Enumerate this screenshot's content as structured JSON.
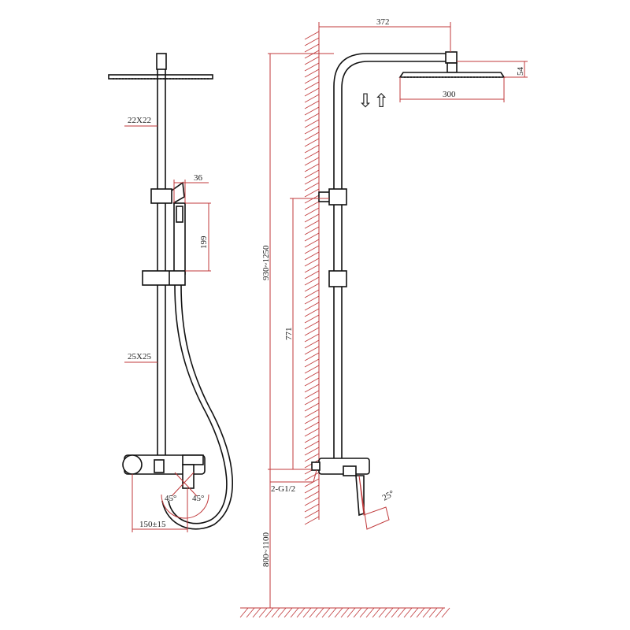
{
  "drawing": {
    "front_view": {
      "tube_upper": "22X22",
      "tube_lower": "25X25",
      "handshower_width": "36",
      "handshower_length": "199",
      "handle_angle_left": "45°",
      "handle_angle_right": "45°",
      "inlet_spacing": "150±15"
    },
    "side_view": {
      "arm_reach": "372",
      "head_thickness": "54",
      "head_width": "300",
      "total_height": "930~1250",
      "slide_height": "771",
      "inlet_thread": "2-G1/2",
      "mixer_angle": "25°",
      "mount_height": "800~1100",
      "flow_arrows": "⇩⇧"
    }
  },
  "colors": {
    "line": "#111111",
    "dimension": "#c0393b",
    "background": "#ffffff"
  }
}
